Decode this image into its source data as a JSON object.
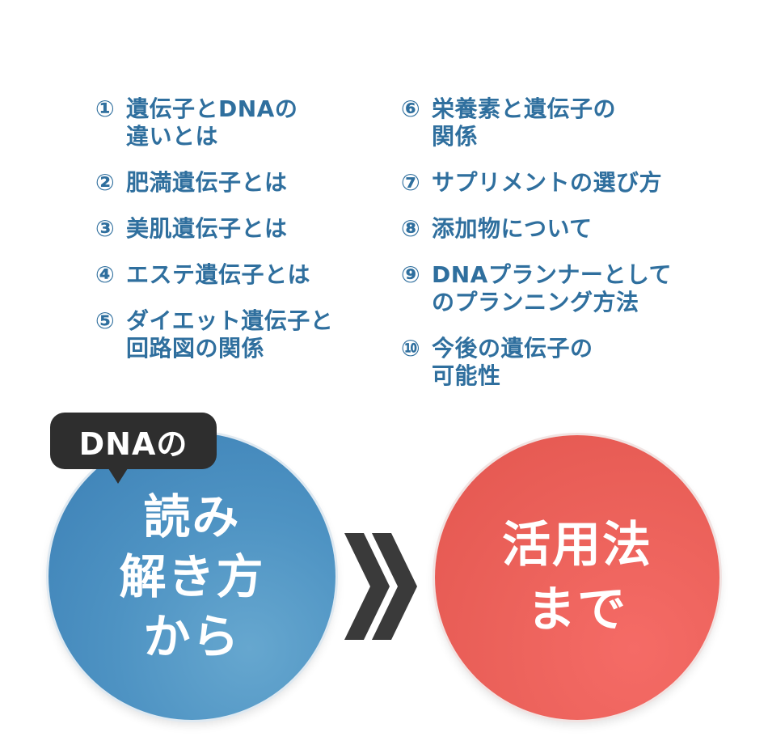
{
  "left_list": [
    {
      "num": "①",
      "line1": "遺伝子とDNAの",
      "line2": "違いとは"
    },
    {
      "num": "②",
      "line1": "肥満遺伝子とは",
      "line2": ""
    },
    {
      "num": "③",
      "line1": "美肌遺伝子とは",
      "line2": ""
    },
    {
      "num": "④",
      "line1": "エステ遺伝子とは",
      "line2": ""
    },
    {
      "num": "⑤",
      "line1": "ダイエット遺伝子と",
      "line2": "回路図の関係"
    }
  ],
  "right_list": [
    {
      "num": "⑥",
      "line1": "栄養素と遺伝子の",
      "line2": "関係"
    },
    {
      "num": "⑦",
      "line1": "サプリメントの選び方",
      "line2": ""
    },
    {
      "num": "⑧",
      "line1": "添加物について",
      "line2": ""
    },
    {
      "num": "⑨",
      "line1": "DNAプランナーとして",
      "line2": "のプランニング方法"
    },
    {
      "num": "⑩",
      "line1": "今後の遺伝子の",
      "line2": "可能性"
    }
  ],
  "bubble_text": "DNAの",
  "blue_circle_lines": [
    "読み",
    "解き方",
    "から"
  ],
  "red_circle_lines": [
    "活用法",
    "まで"
  ],
  "colors": {
    "list_text": "#2f6f9e",
    "blue_circle": "#4e93c3",
    "red_circle": "#ec625b",
    "bubble": "#2e2e2e",
    "chevron": "#3a3a3a"
  }
}
